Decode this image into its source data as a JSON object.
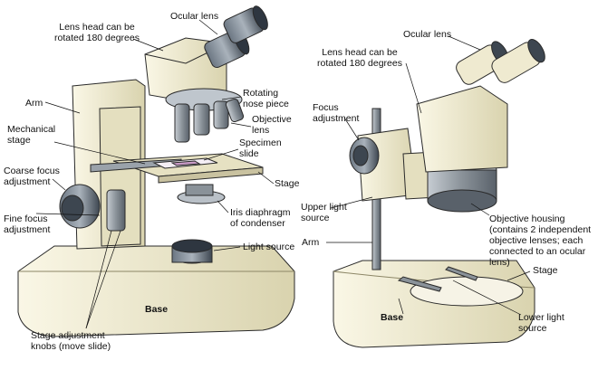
{
  "left_microscope": {
    "labels": {
      "ocular_lens": "Ocular lens",
      "lens_head": [
        "Lens head can be",
        "rotated 180 degrees"
      ],
      "arm": "Arm",
      "rotating_nose_piece": [
        "Rotating",
        "nose piece"
      ],
      "mechanical_stage": [
        "Mechanical",
        "stage"
      ],
      "objective_lens": [
        "Objective",
        "lens"
      ],
      "specimen_slide": [
        "Specimen",
        "slide"
      ],
      "coarse_focus": [
        "Coarse focus",
        "adjustment"
      ],
      "stage": "Stage",
      "iris_diaphragm": [
        "Iris diaphragm",
        "of condenser"
      ],
      "fine_focus": [
        "Fine focus",
        "adjustment"
      ],
      "light_source": "Light source",
      "base": "Base",
      "stage_adjustment": [
        "Stage adjustment",
        "knobs (move slide)"
      ]
    }
  },
  "right_microscope": {
    "labels": {
      "lens_head": [
        "Lens head can be",
        "rotated 180 degrees"
      ],
      "ocular_lens": "Ocular lens",
      "focus_adjustment": [
        "Focus",
        "adjustment"
      ],
      "upper_light_source": [
        "Upper light",
        "source"
      ],
      "arm": "Arm",
      "objective_housing": [
        "Objective housing",
        "(contains 2 independent",
        "objective lenses; each",
        "connected to an ocular",
        "lens)"
      ],
      "stage": "Stage",
      "base": "Base",
      "lower_light_source": [
        "Lower light",
        "source"
      ]
    }
  },
  "colors": {
    "body": "#f1edd3",
    "body_shade": "#d8d2ae",
    "metal": "#8a9299",
    "lens_dark": "#4b5561",
    "outline": "#2a2a2a",
    "slide": "#c99bc7"
  }
}
